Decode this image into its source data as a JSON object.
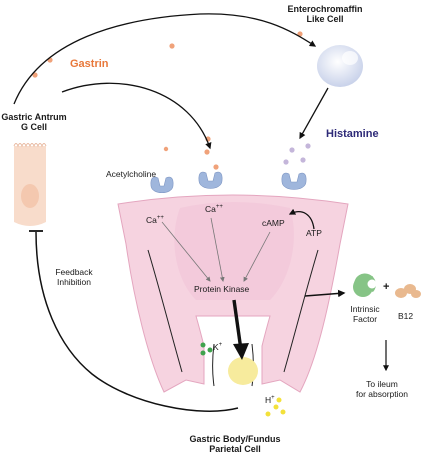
{
  "labels": {
    "enterochromaffin": "Enterochromaffin",
    "like_cell": "Like Cell",
    "gastrin": "Gastrin",
    "gastric_antrum": "Gastric Antrum",
    "g_cell": "G Cell",
    "histamine": "Histamine",
    "acetylcholine": "Acetylcholine",
    "ca_left": "Ca",
    "ca_left_charge": "++",
    "ca_center": "Ca",
    "ca_center_charge": "++",
    "camp": "cAMP",
    "atp": "ATP",
    "feedback": "Feedback",
    "inhibition": "Inhibition",
    "protein_kinase": "Protein Kinase",
    "k_ion": "K",
    "k_charge": "+",
    "h_ion": "H",
    "h_charge": "+",
    "intrinsic": "Intrinsic",
    "factor": "Factor",
    "plus": "+",
    "b12": "B12",
    "to_ileum": "To ileum",
    "for_absorption": "for absorption",
    "gastric_body": "Gastric Body/Fundus",
    "parietal_cell": "Parietal Cell"
  },
  "colors": {
    "gastrin_text": "#e8783a",
    "gastrin_dot": "#f0a27a",
    "histamine_text": "#2e2a78",
    "histamine_dot": "#c4b6da",
    "cell_body": "#f6d3e0",
    "cell_outline": "#e4a6bf",
    "receptor": "#9fb6dc",
    "intrinsic_factor": "#86c486",
    "b12": "#e9b98f",
    "k_dot": "#3fa34d",
    "h_dot": "#f3e13a",
    "pump": "#f7eb9d",
    "g_cell": "#f8dccb",
    "ec_cell": "#e8ecf6"
  }
}
